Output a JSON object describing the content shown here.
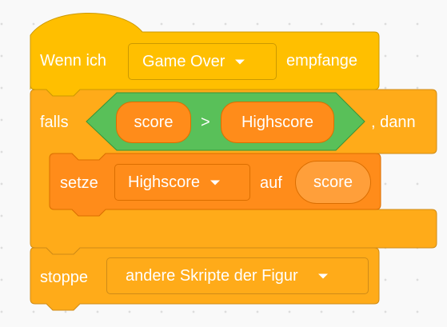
{
  "event_block": {
    "prefix": "Wenn ich",
    "message": "Game Over",
    "suffix": "empfange"
  },
  "if_block": {
    "label": "falls",
    "condition": {
      "left": "score",
      "operator": ">",
      "right": "Highscore"
    },
    "then_label": ", dann"
  },
  "set_block": {
    "label": "setze",
    "variable": "Highscore",
    "to_label": "auf",
    "value": "score"
  },
  "stop_block": {
    "label": "stoppe",
    "option": "andere Skripte der Figur"
  },
  "icons": {
    "dropdown": "dropdown-arrow-icon"
  },
  "colors": {
    "events": "#ffbf00",
    "control": "#ffab19",
    "variables": "#ff8c1a",
    "operators": "#59c059",
    "canvas": "#f9f9f9"
  }
}
